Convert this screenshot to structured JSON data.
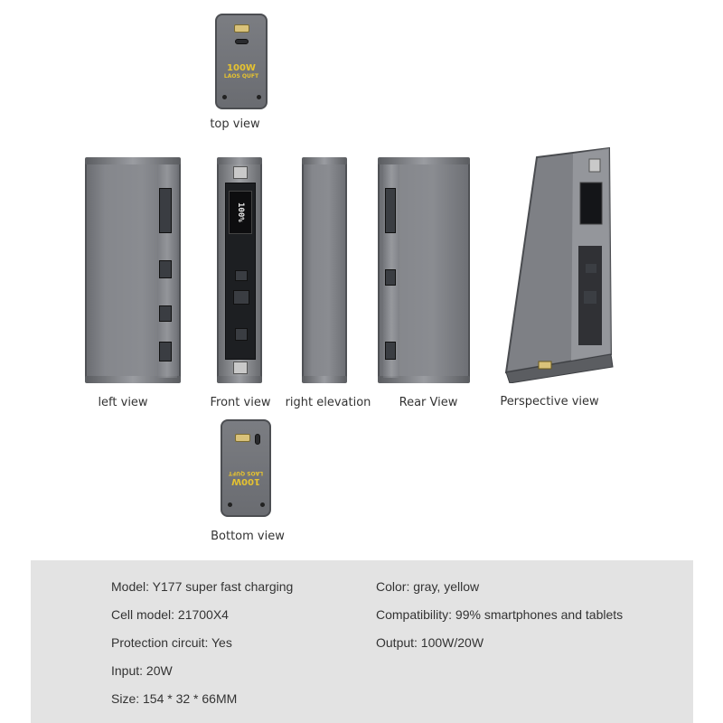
{
  "views": {
    "top": "top view",
    "left": "left view",
    "front": "Front view",
    "right": "right elevation",
    "rear": "Rear View",
    "perspective": "Perspective view",
    "bottom": "Bottom view"
  },
  "device": {
    "brand_watt": "100W",
    "brand_sub": "LAOS QUFT",
    "lcd_text": "100%"
  },
  "specs": {
    "model": "Model: Y177 super fast charging",
    "cell": "Cell model: 21700X4",
    "protection": "Protection circuit: Yes",
    "input": "Input: 20W",
    "size": "Size: 154 * 32 * 66MM",
    "color": "Color: gray, yellow",
    "compatibility": "Compatibility: 99% smartphones and tablets",
    "output": "Output: 100W/20W"
  },
  "colors": {
    "accent_yellow": "#e6c330",
    "shell_gray": "#7b7d82",
    "panel_bg": "#e3e3e3"
  }
}
